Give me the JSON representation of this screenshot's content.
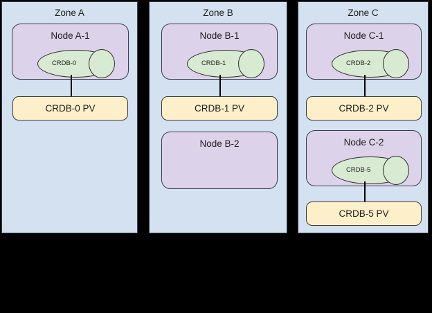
{
  "diagram": {
    "type": "kubernetes-zone-topology",
    "colors": {
      "background": "#000000",
      "zone_fill": "#d4e1f0",
      "zone_stroke": "#3b4252",
      "node_fill": "#dcd2e9",
      "node_stroke": "#3b3b4a",
      "db_fill": "#d9ead3",
      "db_stroke": "#2b2b2b",
      "pv_fill": "#fdefc9",
      "pv_stroke": "#3b3b33",
      "connector": "#000000",
      "text": "#1d1d1d"
    }
  },
  "zones": [
    {
      "label": "Zone A",
      "nodes": [
        {
          "label": "Node A-1",
          "database": {
            "label": "CRDB-0"
          },
          "volume": {
            "label": "CRDB-0 PV"
          }
        }
      ]
    },
    {
      "label": "Zone B",
      "nodes": [
        {
          "label": "Node B-1",
          "database": {
            "label": "CRDB-1"
          },
          "volume": {
            "label": "CRDB-1 PV"
          }
        },
        {
          "label": "Node B-2",
          "database": null,
          "volume": null
        }
      ]
    },
    {
      "label": "Zone C",
      "nodes": [
        {
          "label": "Node C-1",
          "database": {
            "label": "CRDB-2"
          },
          "volume": {
            "label": "CRDB-2 PV"
          }
        },
        {
          "label": "Node C-2",
          "database": {
            "label": "CRDB-5"
          },
          "volume": {
            "label": "CRDB-5 PV"
          }
        }
      ]
    }
  ]
}
